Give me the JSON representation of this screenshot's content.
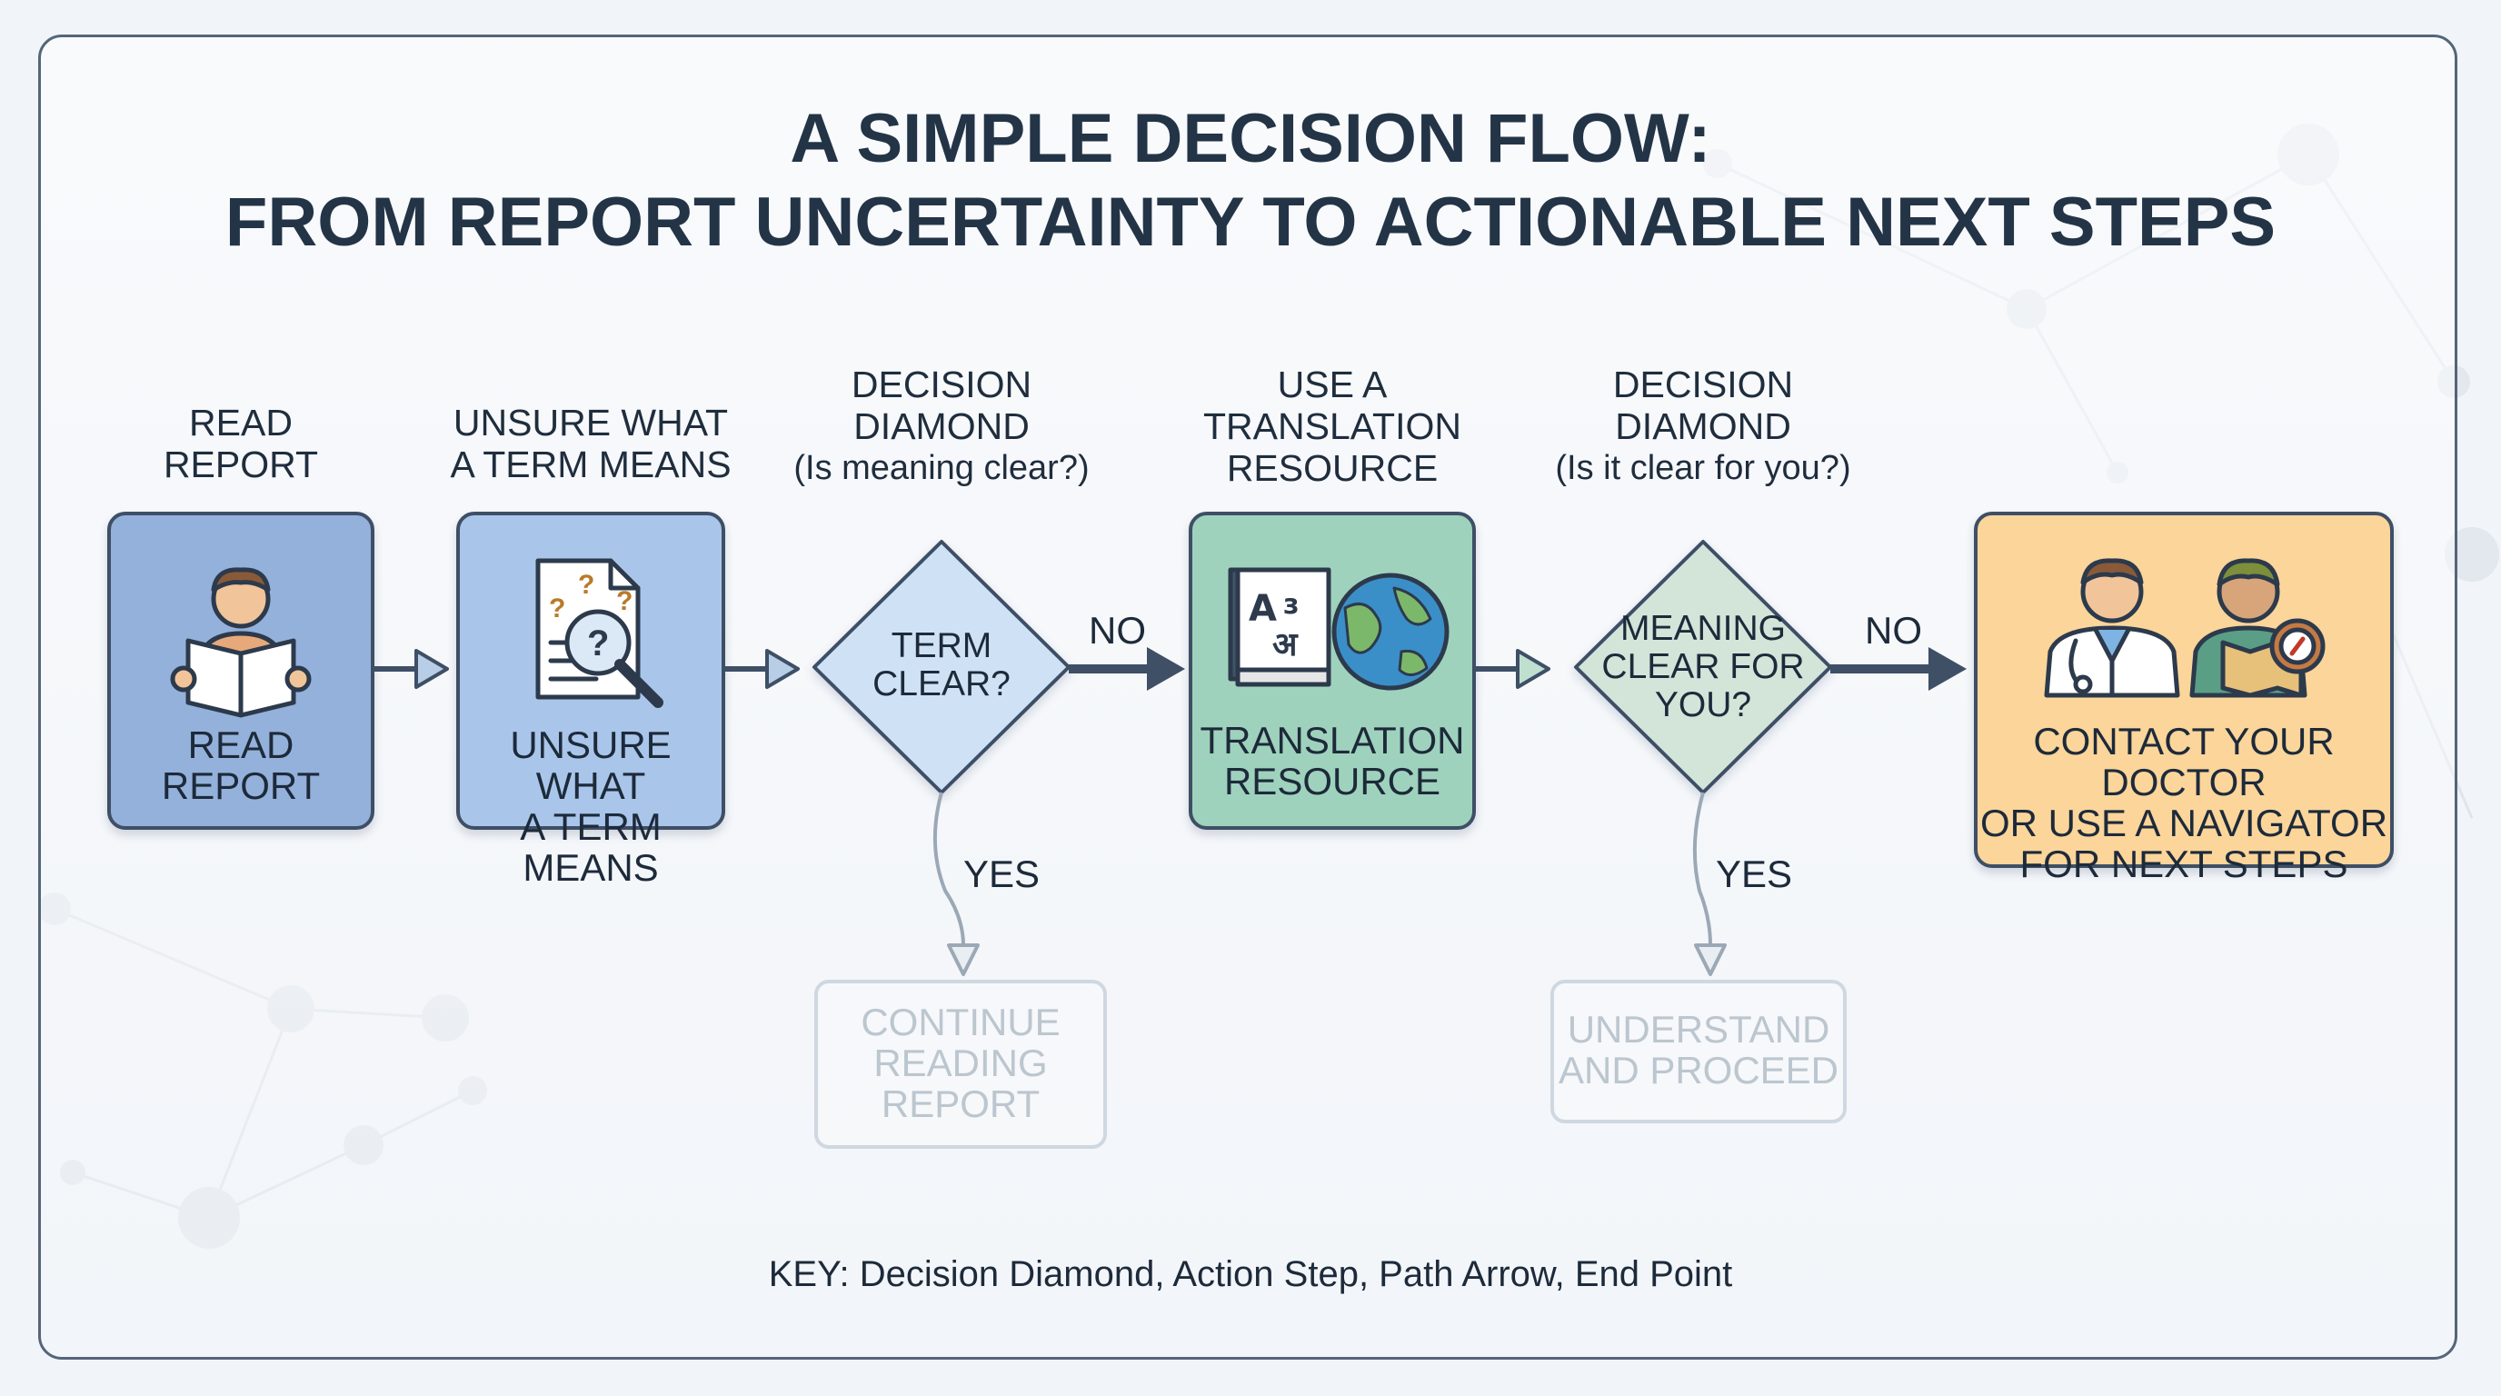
{
  "title": {
    "line1": "A SIMPLE DECISION FLOW:",
    "line2": "FROM REPORT UNCERTAINTY TO ACTIONABLE NEXT STEPS"
  },
  "steps": [
    {
      "header": "READ\nREPORT",
      "label": "READ\nREPORT",
      "icon": "person-reading-icon",
      "color": "#94b1db"
    },
    {
      "header": "UNSURE WHAT\nA TERM MEANS",
      "label": "UNSURE WHAT\nA TERM MEANS",
      "icon": "document-magnifier-icon",
      "color": "#a9c6ea"
    },
    {
      "header": "DECISION\nDIAMOND",
      "sub": "(Is meaning clear?)",
      "label": "TERM\nCLEAR?",
      "color": "#cfe2f5"
    },
    {
      "header": "USE A\nTRANSLATION\nRESOURCE",
      "label": "TRANSLATION\nRESOURCE",
      "icon": "book-globe-icon",
      "color": "#9fd2bd"
    },
    {
      "header": "DECISION\nDIAMOND",
      "sub": "(Is it clear for you?)",
      "label": "MEANING\nCLEAR FOR\nYOU?",
      "color": "#d3e4d9"
    },
    {
      "label": "CONTACT YOUR DOCTOR\nOR USE A NAVIGATOR\nFOR NEXT STEPS",
      "icon": "doctor-navigator-icon",
      "color": "#fbd59a"
    }
  ],
  "paths": {
    "no": "NO",
    "yes": "YES"
  },
  "outcomes": {
    "continue": "CONTINUE\nREADING\nREPORT",
    "understand": "UNDERSTAND\nAND PROCEED"
  },
  "key": "KEY: Decision Diamond, Action Step, Path Arrow, End Point",
  "colors": {
    "title": "#243447",
    "border": "#3e4f66",
    "arrow": "#3e4f66",
    "faded": "#bcc6cf"
  }
}
